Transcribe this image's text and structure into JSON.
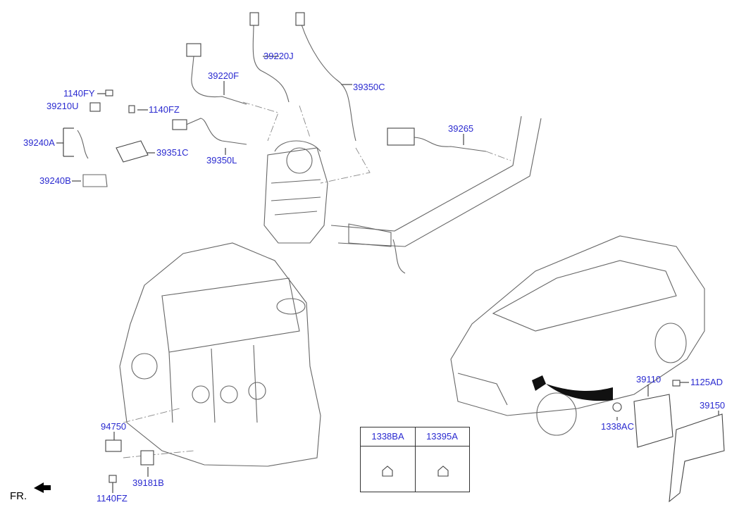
{
  "callouts": [
    {
      "id": "39220J",
      "text": "39220J"
    },
    {
      "id": "39220F",
      "text": "39220F"
    },
    {
      "id": "39350C",
      "text": "39350C"
    },
    {
      "id": "1140FY",
      "text": "1140FY"
    },
    {
      "id": "39210U",
      "text": "39210U"
    },
    {
      "id": "1140FZ-top",
      "text": "1140FZ"
    },
    {
      "id": "39240A",
      "text": "39240A"
    },
    {
      "id": "39351C",
      "text": "39351C"
    },
    {
      "id": "39350L",
      "text": "39350L"
    },
    {
      "id": "39240B",
      "text": "39240B"
    },
    {
      "id": "39265",
      "text": "39265"
    },
    {
      "id": "94750",
      "text": "94750"
    },
    {
      "id": "39181B",
      "text": "39181B"
    },
    {
      "id": "1140FZ-bottom",
      "text": "1140FZ"
    },
    {
      "id": "39110",
      "text": "39110"
    },
    {
      "id": "1125AD",
      "text": "1125AD"
    },
    {
      "id": "39150",
      "text": "39150"
    },
    {
      "id": "1338AC",
      "text": "1338AC"
    }
  ],
  "nut_table": {
    "headers": [
      "1338BA",
      "13395A"
    ]
  },
  "orientation_label": "FR.",
  "colors": {
    "callout": "#2a2ad0",
    "linework": "#666666"
  }
}
